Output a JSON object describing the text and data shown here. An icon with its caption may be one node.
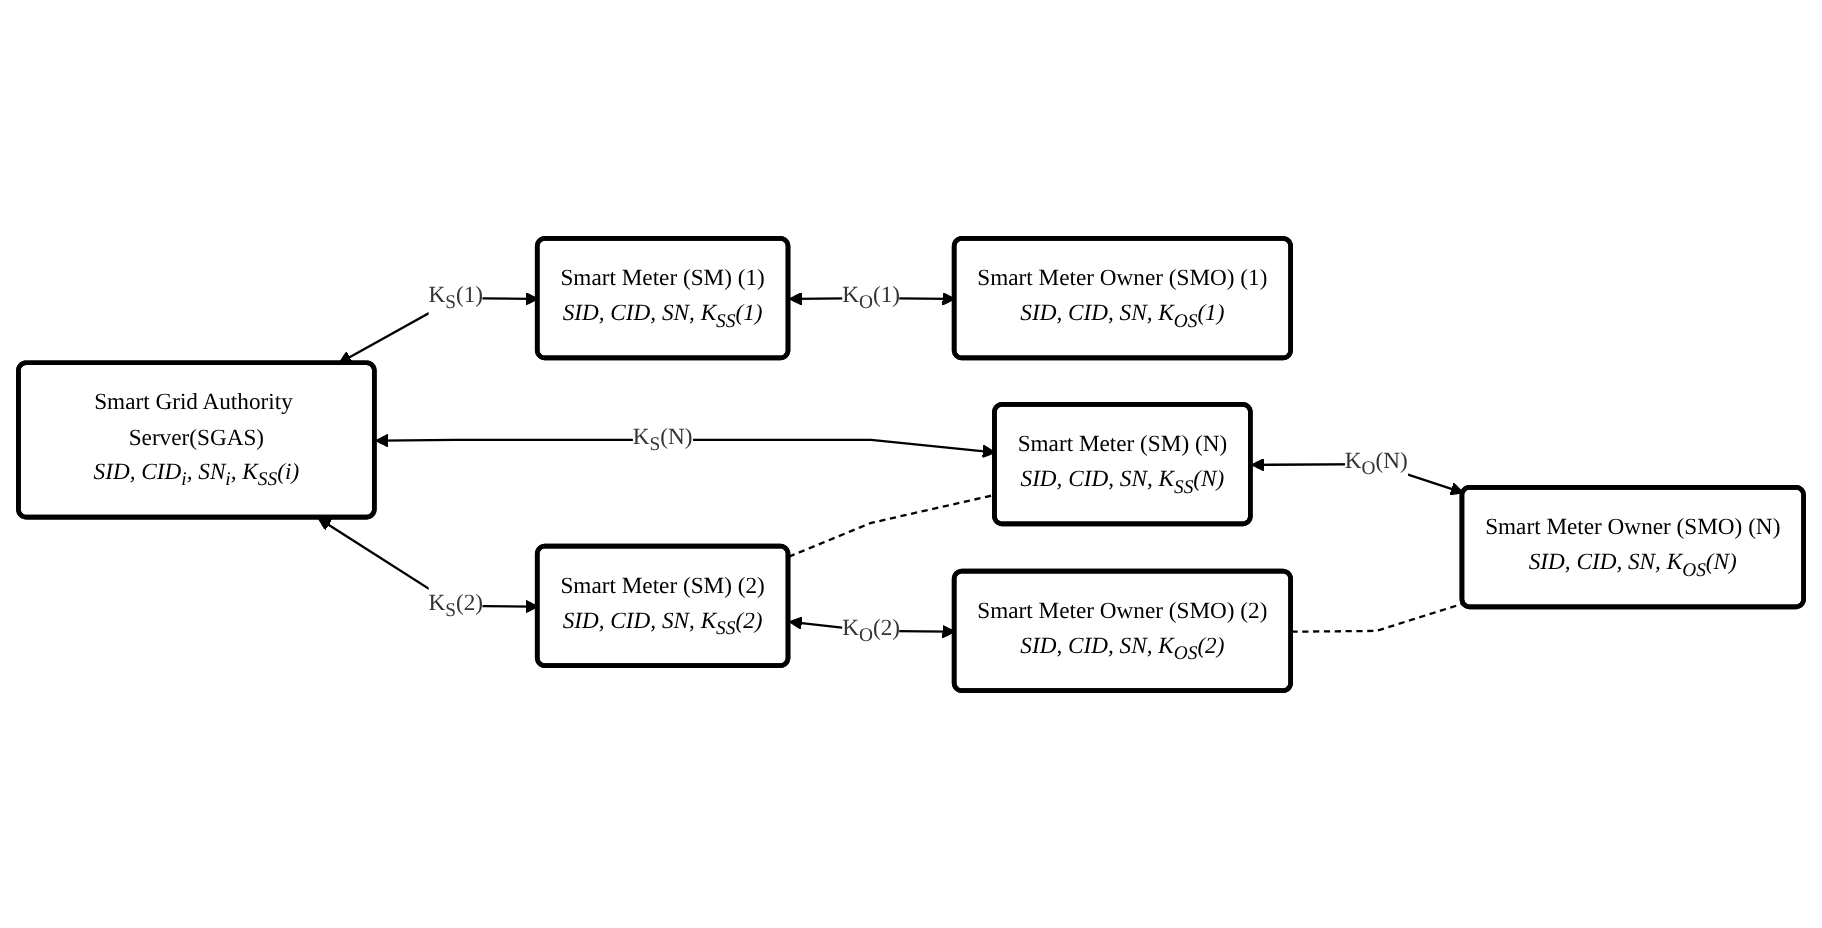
{
  "diagram": {
    "nodes": [
      {
        "text": [
          "Smart Grid Authority Server(SGAS)",
          "SID, CID$_{i}$, SN$_{i}$, K$_{SS}$(i)"
        ]
      },
      {
        "text": [
          "Smart Meter (SM) (1)",
          "SID, CID, SN, K$_{SS}$(1)"
        ]
      },
      {
        "text": [
          "Smart Meter Owner (SMO) (1)",
          "SID, CID, SN, K$_{OS}$(1)"
        ]
      },
      {
        "text": [
          "Smart Meter (SM) (2)",
          "SID, CID, SN, K$_{SS}$(2)"
        ]
      },
      {
        "text": [
          "Smart Meter Owner (SMO) (2)",
          "SID, CID, SN, K$_{OS}$(2)"
        ]
      },
      {
        "text": [
          "Smart Meter (SM) (N)",
          "SID, CID, SN, K$_{SS}$(N)"
        ]
      },
      {
        "text": [
          "Smart Meter Owner (SMO) (N)",
          "SID, CID, SN, K$_{OS}$(N)"
        ]
      }
    ],
    "edges": [
      {
        "from": 0,
        "to": 1,
        "arrow": "both",
        "label": "K$_{S}$(1)"
      },
      {
        "from": 0,
        "to": 3,
        "arrow": "both",
        "label": "K$_{S}$(2)"
      },
      {
        "from": 0,
        "to": 5,
        "arrow": "both",
        "label": "K$_{S}$(N)"
      },
      {
        "from": 1,
        "to": 2,
        "arrow": "both",
        "label": "K$_{O}$(1)"
      },
      {
        "from": 3,
        "to": 4,
        "arrow": "both",
        "label": "K$_{O}$(2)"
      },
      {
        "from": 5,
        "to": 6,
        "arrow": "both",
        "label": "K$_{O}$(N)"
      },
      {
        "from": 3,
        "to": 5,
        "arrow": "none",
        "style": "dashed"
      },
      {
        "from": 4,
        "to": 6,
        "arrow": "none",
        "style": "dashed"
      }
    ]
  }
}
